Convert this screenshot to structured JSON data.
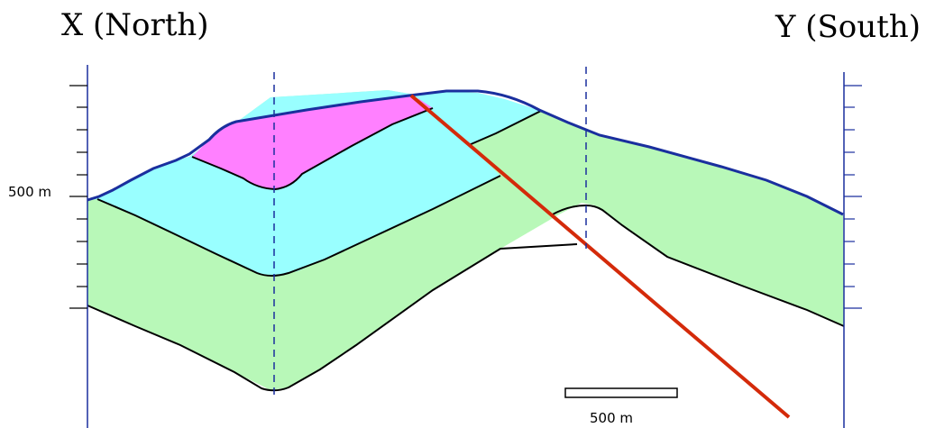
{
  "section": {
    "left_end_label": "X (North)",
    "right_end_label": "Y (South)",
    "elevation_label": "500 m",
    "scale_bar_label": "500 m"
  },
  "colors": {
    "upper_unit": "#ff80ff",
    "middle_unit": "#99ffff",
    "lower_unit": "#b8f8b8",
    "surface_line": "#1a2f9e",
    "fault": "#d42a0a",
    "border_lines": "#1a2f9e",
    "contacts": "#000000"
  }
}
